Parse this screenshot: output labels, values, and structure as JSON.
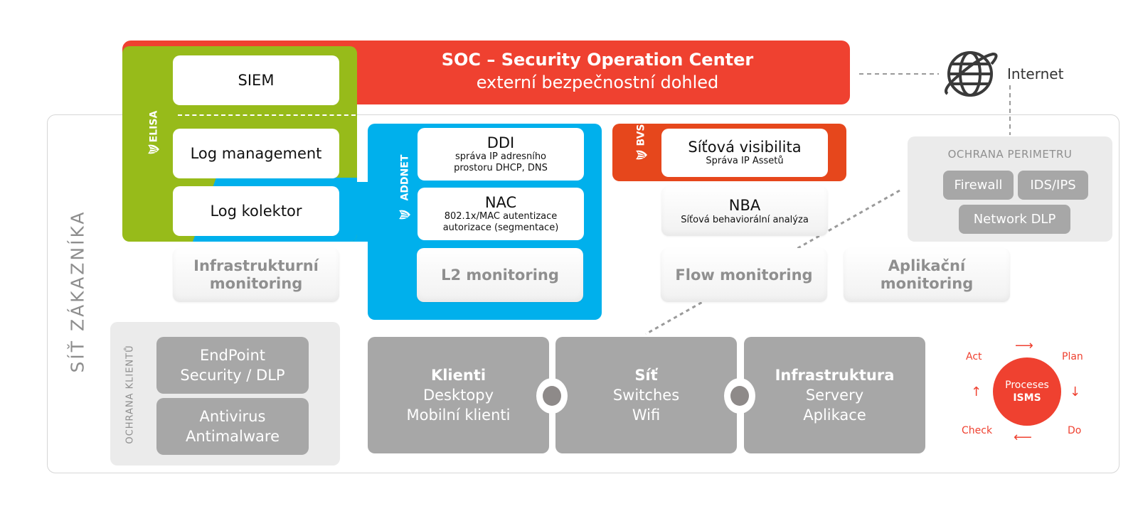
{
  "customer_network": {
    "label": "SÍŤ ZÁKAZNÍKA"
  },
  "soc": {
    "title": "SOC – Security Operation Center",
    "subtitle": "externí bezpečnostní dohled",
    "color": "#ef4130"
  },
  "elisa": {
    "vendor": "ELISA",
    "color": "#97bb1a",
    "items": [
      "SIEM",
      "Log management",
      "Log kolektor"
    ]
  },
  "addnet": {
    "vendor": "ADDNET",
    "color": "#00b0ec",
    "items": [
      {
        "title": "DDI",
        "subtitle_lines": [
          "správa IP adresního",
          "prostoru DHCP, DNS"
        ]
      },
      {
        "title": "NAC",
        "subtitle_lines": [
          "802.1x/MAC autentizace",
          "autorizace (segmentace)"
        ]
      }
    ],
    "monitoring": "L2 monitoring"
  },
  "bvs": {
    "vendor": "BVS",
    "color": "#e6471c",
    "item": {
      "title": "Síťová visibilita",
      "subtitle": "Správa IP Assetů"
    }
  },
  "nba": {
    "title": "NBA",
    "subtitle": "Síťová behaviorální analýza"
  },
  "monitoring": {
    "infra": [
      "Infrastrukturní",
      "monitoring"
    ],
    "flow": "Flow monitoring",
    "app": [
      "Aplikační",
      "monitoring"
    ]
  },
  "perimeter": {
    "title": "OCHRANA PERIMETRU",
    "items": [
      "Firewall",
      "IDS/IPS",
      "Network DLP"
    ]
  },
  "internet": {
    "label": "Internet",
    "icon": "globe-icon"
  },
  "client_protection": {
    "label": "OCHRANA KLIENTŮ",
    "items": [
      [
        "EndPoint",
        "Security / DLP"
      ],
      [
        "Antivirus",
        "Antimalware"
      ]
    ]
  },
  "layers": [
    {
      "title": "Klienti",
      "lines": [
        "Desktopy",
        "Mobilní klienti"
      ]
    },
    {
      "title": "Síť",
      "lines": [
        "Switches",
        "Wifi"
      ]
    },
    {
      "title": "Infrastruktura",
      "lines": [
        "Servery",
        "Aplikace"
      ]
    }
  ],
  "isms": {
    "center": [
      "Proceses",
      "ISMS"
    ],
    "steps": {
      "plan": "Plan",
      "do": "Do",
      "check": "Check",
      "act": "Act"
    },
    "color": "#ef4130"
  }
}
